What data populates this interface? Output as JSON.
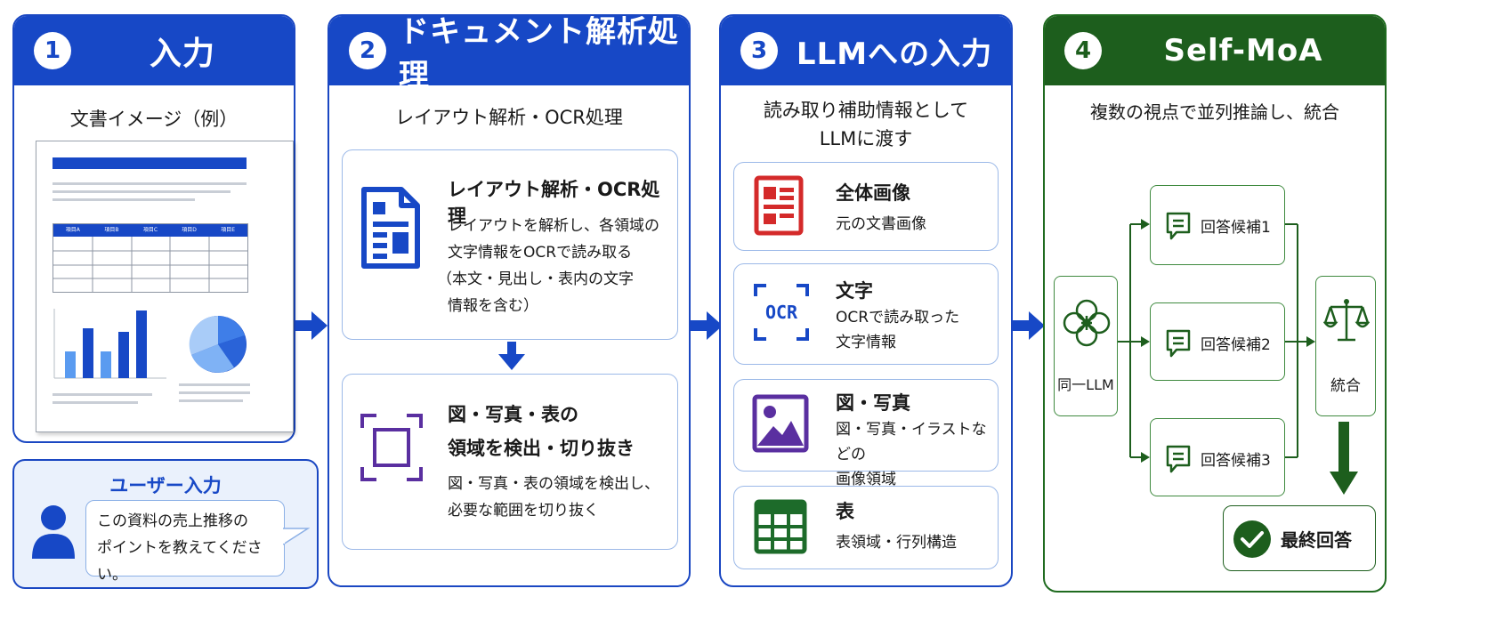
{
  "panels": {
    "p1": {
      "num": "1",
      "title": "入力",
      "subtitle": "文書イメージ（例）"
    },
    "p2": {
      "num": "2",
      "title": "ドキュメント解析処理",
      "subtitle": "レイアウト解析・OCR処理"
    },
    "p3": {
      "num": "3",
      "title": "LLMへの入力",
      "subtitle_l1": "読み取り補助情報として",
      "subtitle_l2": "LLMに渡す"
    },
    "p4": {
      "num": "4",
      "title": "Self-MoA",
      "subtitle": "複数の視点で並列推論し、統合"
    }
  },
  "doc_table_headers": [
    "項目A",
    "項目B",
    "項目C",
    "項目D",
    "項目E"
  ],
  "user_input": {
    "title": "ユーザー入力",
    "line1": "この資料の売上推移の",
    "line2": "ポイントを教えてください。"
  },
  "p2_cards": {
    "layout": {
      "title": "レイアウト解析・OCR処理",
      "lines": [
        "レイアウトを解析し、各領域の",
        "文字情報をOCRで読み取る",
        "（本文・見出し・表内の文字",
        "情報を含む）"
      ]
    },
    "figure": {
      "title_l1": "図・写真・表の",
      "title_l2": "領域を検出・切り抜き",
      "lines": [
        "図・写真・表の領域を検出し、",
        "必要な範囲を切り抜く"
      ]
    }
  },
  "p3_cards": [
    {
      "title": "全体画像",
      "lines": [
        "元の文書画像"
      ],
      "icon": "document-image-icon"
    },
    {
      "title": "文字",
      "lines": [
        "OCRで読み取った",
        "文字情報"
      ],
      "icon": "ocr-icon",
      "icon_text": "OCR"
    },
    {
      "title": "図・写真",
      "lines": [
        "図・写真・イラストなどの",
        "画像領域"
      ],
      "icon": "picture-icon"
    },
    {
      "title": "表",
      "lines": [
        "表領域・行列構造"
      ],
      "icon": "table-icon"
    }
  ],
  "p4": {
    "llm_label": "同一LLM",
    "candidates": [
      "回答候補1",
      "回答候補2",
      "回答候補3"
    ],
    "merge_label": "統合",
    "final_label": "最終回答"
  },
  "colors": {
    "blue": "#1748c6",
    "green": "#1d5e1d",
    "red": "#d42a2a",
    "purple": "#5a2fa0"
  }
}
